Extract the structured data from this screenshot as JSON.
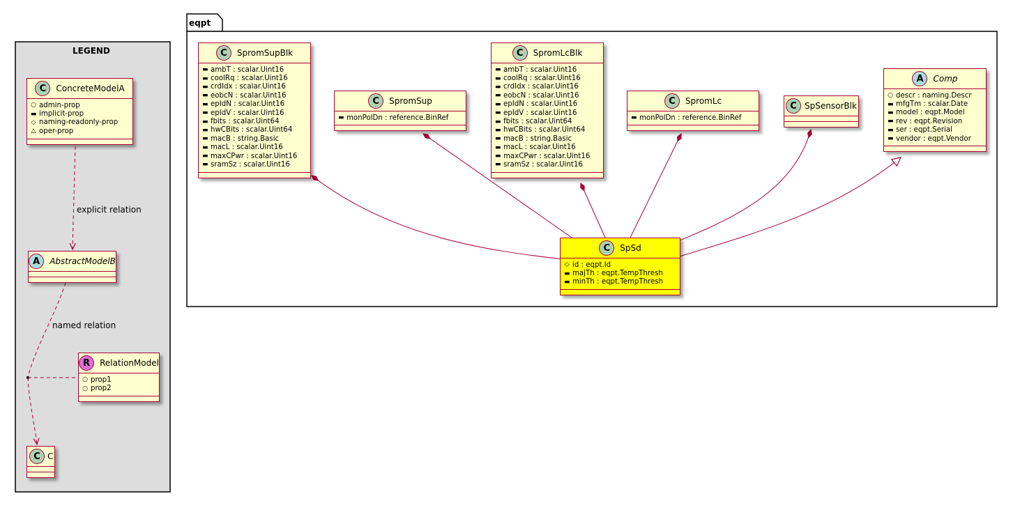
{
  "legend": {
    "title": "LEGEND",
    "concrete": {
      "name": "ConcreteModelA",
      "attrs": [
        {
          "vis": "○",
          "text": "admin-prop"
        },
        {
          "vis": "▬",
          "text": "implicit-prop"
        },
        {
          "vis": "◇",
          "text": "naming-readonly-prop"
        },
        {
          "vis": "△",
          "text": "oper-prop"
        }
      ]
    },
    "explicit_relation": "explicit relation",
    "abstract": {
      "name": "AbstractModelB"
    },
    "named_relation": "named relation",
    "relation_model": {
      "name": "RelationModel",
      "attrs": [
        {
          "vis": "○",
          "text": "prop1"
        },
        {
          "vis": "○",
          "text": "prop2"
        }
      ]
    },
    "c": {
      "name": "C"
    }
  },
  "package": {
    "name": "eqpt",
    "classes": {
      "spromsupblk": {
        "name": "SpromSupBlk",
        "attrs": [
          {
            "vis": "▬",
            "text": "ambT : scalar.Uint16"
          },
          {
            "vis": "▬",
            "text": "coolRq : scalar.Uint16"
          },
          {
            "vis": "▬",
            "text": "crdIdx : scalar.Uint16"
          },
          {
            "vis": "▬",
            "text": "eobcN : scalar.Uint16"
          },
          {
            "vis": "▬",
            "text": "epIdN : scalar.Uint16"
          },
          {
            "vis": "▬",
            "text": "epIdV : scalar.Uint16"
          },
          {
            "vis": "▬",
            "text": "fbits : scalar.Uint64"
          },
          {
            "vis": "▬",
            "text": "hwCBits : scalar.Uint64"
          },
          {
            "vis": "▬",
            "text": "macB : string.Basic"
          },
          {
            "vis": "▬",
            "text": "macL : scalar.Uint16"
          },
          {
            "vis": "▬",
            "text": "maxCPwr : scalar.Uint16"
          },
          {
            "vis": "▬",
            "text": "sramSz : scalar.Uint16"
          }
        ]
      },
      "spromsup": {
        "name": "SpromSup",
        "attrs": [
          {
            "vis": "▬",
            "text": "monPolDn : reference.BinRef"
          }
        ]
      },
      "sprom_lc_blk": {
        "name": "SpromLcBlk",
        "attrs": [
          {
            "vis": "▬",
            "text": "ambT : scalar.Uint16"
          },
          {
            "vis": "▬",
            "text": "coolRq : scalar.Uint16"
          },
          {
            "vis": "▬",
            "text": "crdIdx : scalar.Uint16"
          },
          {
            "vis": "▬",
            "text": "eobcN : scalar.Uint16"
          },
          {
            "vis": "▬",
            "text": "epIdN : scalar.Uint16"
          },
          {
            "vis": "▬",
            "text": "epIdV : scalar.Uint16"
          },
          {
            "vis": "▬",
            "text": "fbits : scalar.Uint64"
          },
          {
            "vis": "▬",
            "text": "hwCBits : scalar.Uint64"
          },
          {
            "vis": "▬",
            "text": "macB : string.Basic"
          },
          {
            "vis": "▬",
            "text": "macL : scalar.Uint16"
          },
          {
            "vis": "▬",
            "text": "maxCPwr : scalar.Uint16"
          },
          {
            "vis": "▬",
            "text": "sramSz : scalar.Uint16"
          }
        ]
      },
      "spromlc": {
        "name": "SpromLc",
        "attrs": [
          {
            "vis": "▬",
            "text": "monPolDn : reference.BinRef"
          }
        ]
      },
      "spsensorblk": {
        "name": "SpSensorBlk",
        "attrs": []
      },
      "comp": {
        "name": "Comp",
        "attrs": [
          {
            "vis": "○",
            "text": "descr : naming.Descr"
          },
          {
            "vis": "▬",
            "text": "mfgTm : scalar.Date"
          },
          {
            "vis": "▬",
            "text": "model : eqpt.Model"
          },
          {
            "vis": "▬",
            "text": "rev : eqpt.Revision"
          },
          {
            "vis": "▬",
            "text": "ser : eqpt.Serial"
          },
          {
            "vis": "▬",
            "text": "vendor : eqpt.Vendor"
          }
        ]
      },
      "spsd": {
        "name": "SpSd",
        "attrs": [
          {
            "vis": "◇",
            "text": "id : eqpt.Id"
          },
          {
            "vis": "▬",
            "text": "majTh : eqpt.TempThresh"
          },
          {
            "vis": "▬",
            "text": "minTh : eqpt.TempThresh"
          }
        ]
      }
    }
  },
  "colors": {
    "class_fill": "#FEFECE",
    "class_border": "#A80036",
    "highlight_fill": "#FFFF00",
    "legend_fill": "#DDDDDD",
    "badge_class": "#ADD1B2",
    "badge_abstract": "#A9DCDF",
    "badge_relation": "#DA70D6"
  }
}
